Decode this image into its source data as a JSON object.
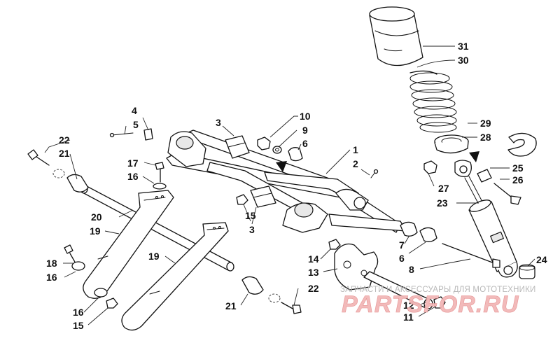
{
  "diagram": {
    "type": "exploded parts view",
    "callouts": [
      {
        "id": "31",
        "label": "31"
      },
      {
        "id": "30",
        "label": "30"
      },
      {
        "id": "29",
        "label": "29"
      },
      {
        "id": "28",
        "label": "28"
      },
      {
        "id": "25",
        "label": "25"
      },
      {
        "id": "26",
        "label": "26"
      },
      {
        "id": "27",
        "label": "27"
      },
      {
        "id": "23",
        "label": "23"
      },
      {
        "id": "24",
        "label": "24"
      },
      {
        "id": "10",
        "label": "10"
      },
      {
        "id": "9",
        "label": "9"
      },
      {
        "id": "6a",
        "label": "6"
      },
      {
        "id": "1",
        "label": "1"
      },
      {
        "id": "2",
        "label": "2"
      },
      {
        "id": "3a",
        "label": "3"
      },
      {
        "id": "3b",
        "label": "3"
      },
      {
        "id": "4",
        "label": "4"
      },
      {
        "id": "5",
        "label": "5"
      },
      {
        "id": "22a",
        "label": "22"
      },
      {
        "id": "21a",
        "label": "21"
      },
      {
        "id": "17",
        "label": "17"
      },
      {
        "id": "16a",
        "label": "16"
      },
      {
        "id": "20",
        "label": "20"
      },
      {
        "id": "19a",
        "label": "19"
      },
      {
        "id": "19b",
        "label": "19"
      },
      {
        "id": "15a",
        "label": "15"
      },
      {
        "id": "7",
        "label": "7"
      },
      {
        "id": "6b",
        "label": "6"
      },
      {
        "id": "8",
        "label": "8"
      },
      {
        "id": "14",
        "label": "14"
      },
      {
        "id": "13",
        "label": "13"
      },
      {
        "id": "18",
        "label": "18"
      },
      {
        "id": "16b",
        "label": "16"
      },
      {
        "id": "16c",
        "label": "16"
      },
      {
        "id": "15b",
        "label": "15"
      },
      {
        "id": "21b",
        "label": "21"
      },
      {
        "id": "22b",
        "label": "22"
      },
      {
        "id": "12",
        "label": "12"
      },
      {
        "id": "11",
        "label": "11"
      }
    ]
  },
  "watermark": {
    "subtitle": "ЗАПЧАСТИ И АКСЕССУАРЫ ДЛЯ МОТОТЕХНИКИ",
    "brand": "PARTSFOR.RU"
  }
}
